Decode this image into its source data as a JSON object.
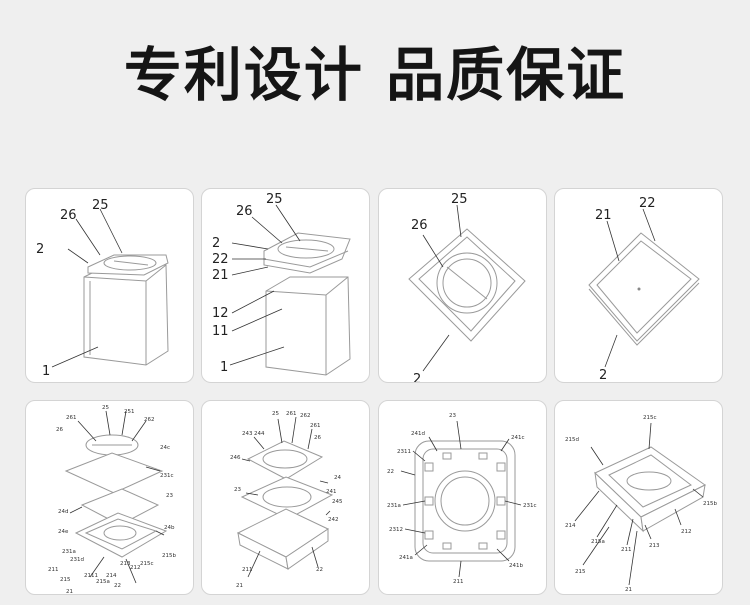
{
  "title": "专利设计 品质保证",
  "cards": [
    {
      "labels": [
        "26",
        "25",
        "2",
        "1"
      ]
    },
    {
      "labels": [
        "26",
        "25",
        "2",
        "22",
        "21",
        "12",
        "11",
        "1"
      ]
    },
    {
      "labels": [
        "25",
        "26",
        "2"
      ]
    },
    {
      "labels": [
        "21",
        "22",
        "2"
      ]
    },
    {
      "labels": [
        "25",
        "261",
        "251",
        "26",
        "262",
        "24c",
        "231c",
        "23",
        "24d",
        "24e",
        "24b",
        "231a",
        "231d",
        "211",
        "215",
        "2111",
        "215a",
        "214",
        "213",
        "212",
        "215c",
        "215b",
        "22",
        "21"
      ]
    },
    {
      "labels": [
        "25",
        "261",
        "262",
        "243",
        "244",
        "261",
        "26",
        "246",
        "24",
        "23",
        "241",
        "245",
        "242",
        "211",
        "22",
        "21"
      ]
    },
    {
      "labels": [
        "23",
        "241d",
        "241c",
        "2311",
        "22",
        "231a",
        "231c",
        "2312",
        "241a",
        "241b",
        "211"
      ]
    },
    {
      "labels": [
        "215c",
        "215d",
        "215b",
        "214",
        "215a",
        "211",
        "213",
        "212",
        "215",
        "21"
      ]
    }
  ],
  "colors": {
    "background": "#efefef",
    "card": "#ffffff",
    "drawing_line": "#9a9a9a",
    "text": "#151515"
  }
}
